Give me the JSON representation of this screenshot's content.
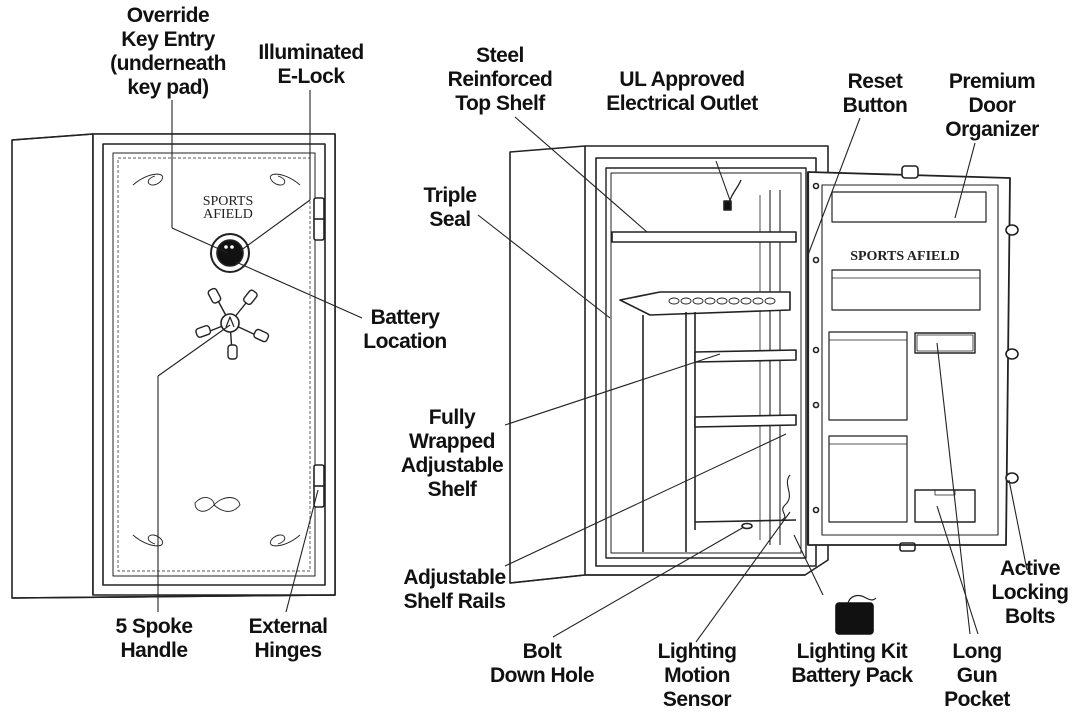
{
  "brand": {
    "door_logo_line1": "SPORTS",
    "door_logo_line2": "AFIELD",
    "interior_logo": "SPORTS AFIELD"
  },
  "labels": {
    "override_key": [
      "Override",
      "Key Entry",
      "(underneath",
      "key pad)"
    ],
    "elock": [
      "Illuminated",
      "E-Lock"
    ],
    "battery_location": [
      "Battery",
      "Location"
    ],
    "spoke_handle": [
      "5 Spoke",
      "Handle"
    ],
    "hinges": [
      "External",
      "Hinges"
    ],
    "steel_shelf": [
      "Steel",
      "Reinforced",
      "Top Shelf"
    ],
    "outlet": [
      "UL Approved",
      "Electrical Outlet"
    ],
    "reset": [
      "Reset",
      "Button"
    ],
    "organizer": [
      "Premium",
      "Door",
      "Organizer"
    ],
    "triple_seal": [
      "Triple",
      "Seal"
    ],
    "wrapped_shelf": [
      "Fully",
      "Wrapped",
      "Adjustable",
      "Shelf"
    ],
    "shelf_rails": [
      "Adjustable",
      "Shelf Rails"
    ],
    "bolt_hole": [
      "Bolt",
      "Down Hole"
    ],
    "motion_sensor": [
      "Lighting",
      "Motion",
      "Sensor"
    ],
    "battery_pack": [
      "Lighting Kit",
      "Battery Pack"
    ],
    "gun_pocket": [
      "Long",
      "Gun",
      "Pocket"
    ],
    "locking_bolts": [
      "Active",
      "Locking",
      "Bolts"
    ]
  }
}
